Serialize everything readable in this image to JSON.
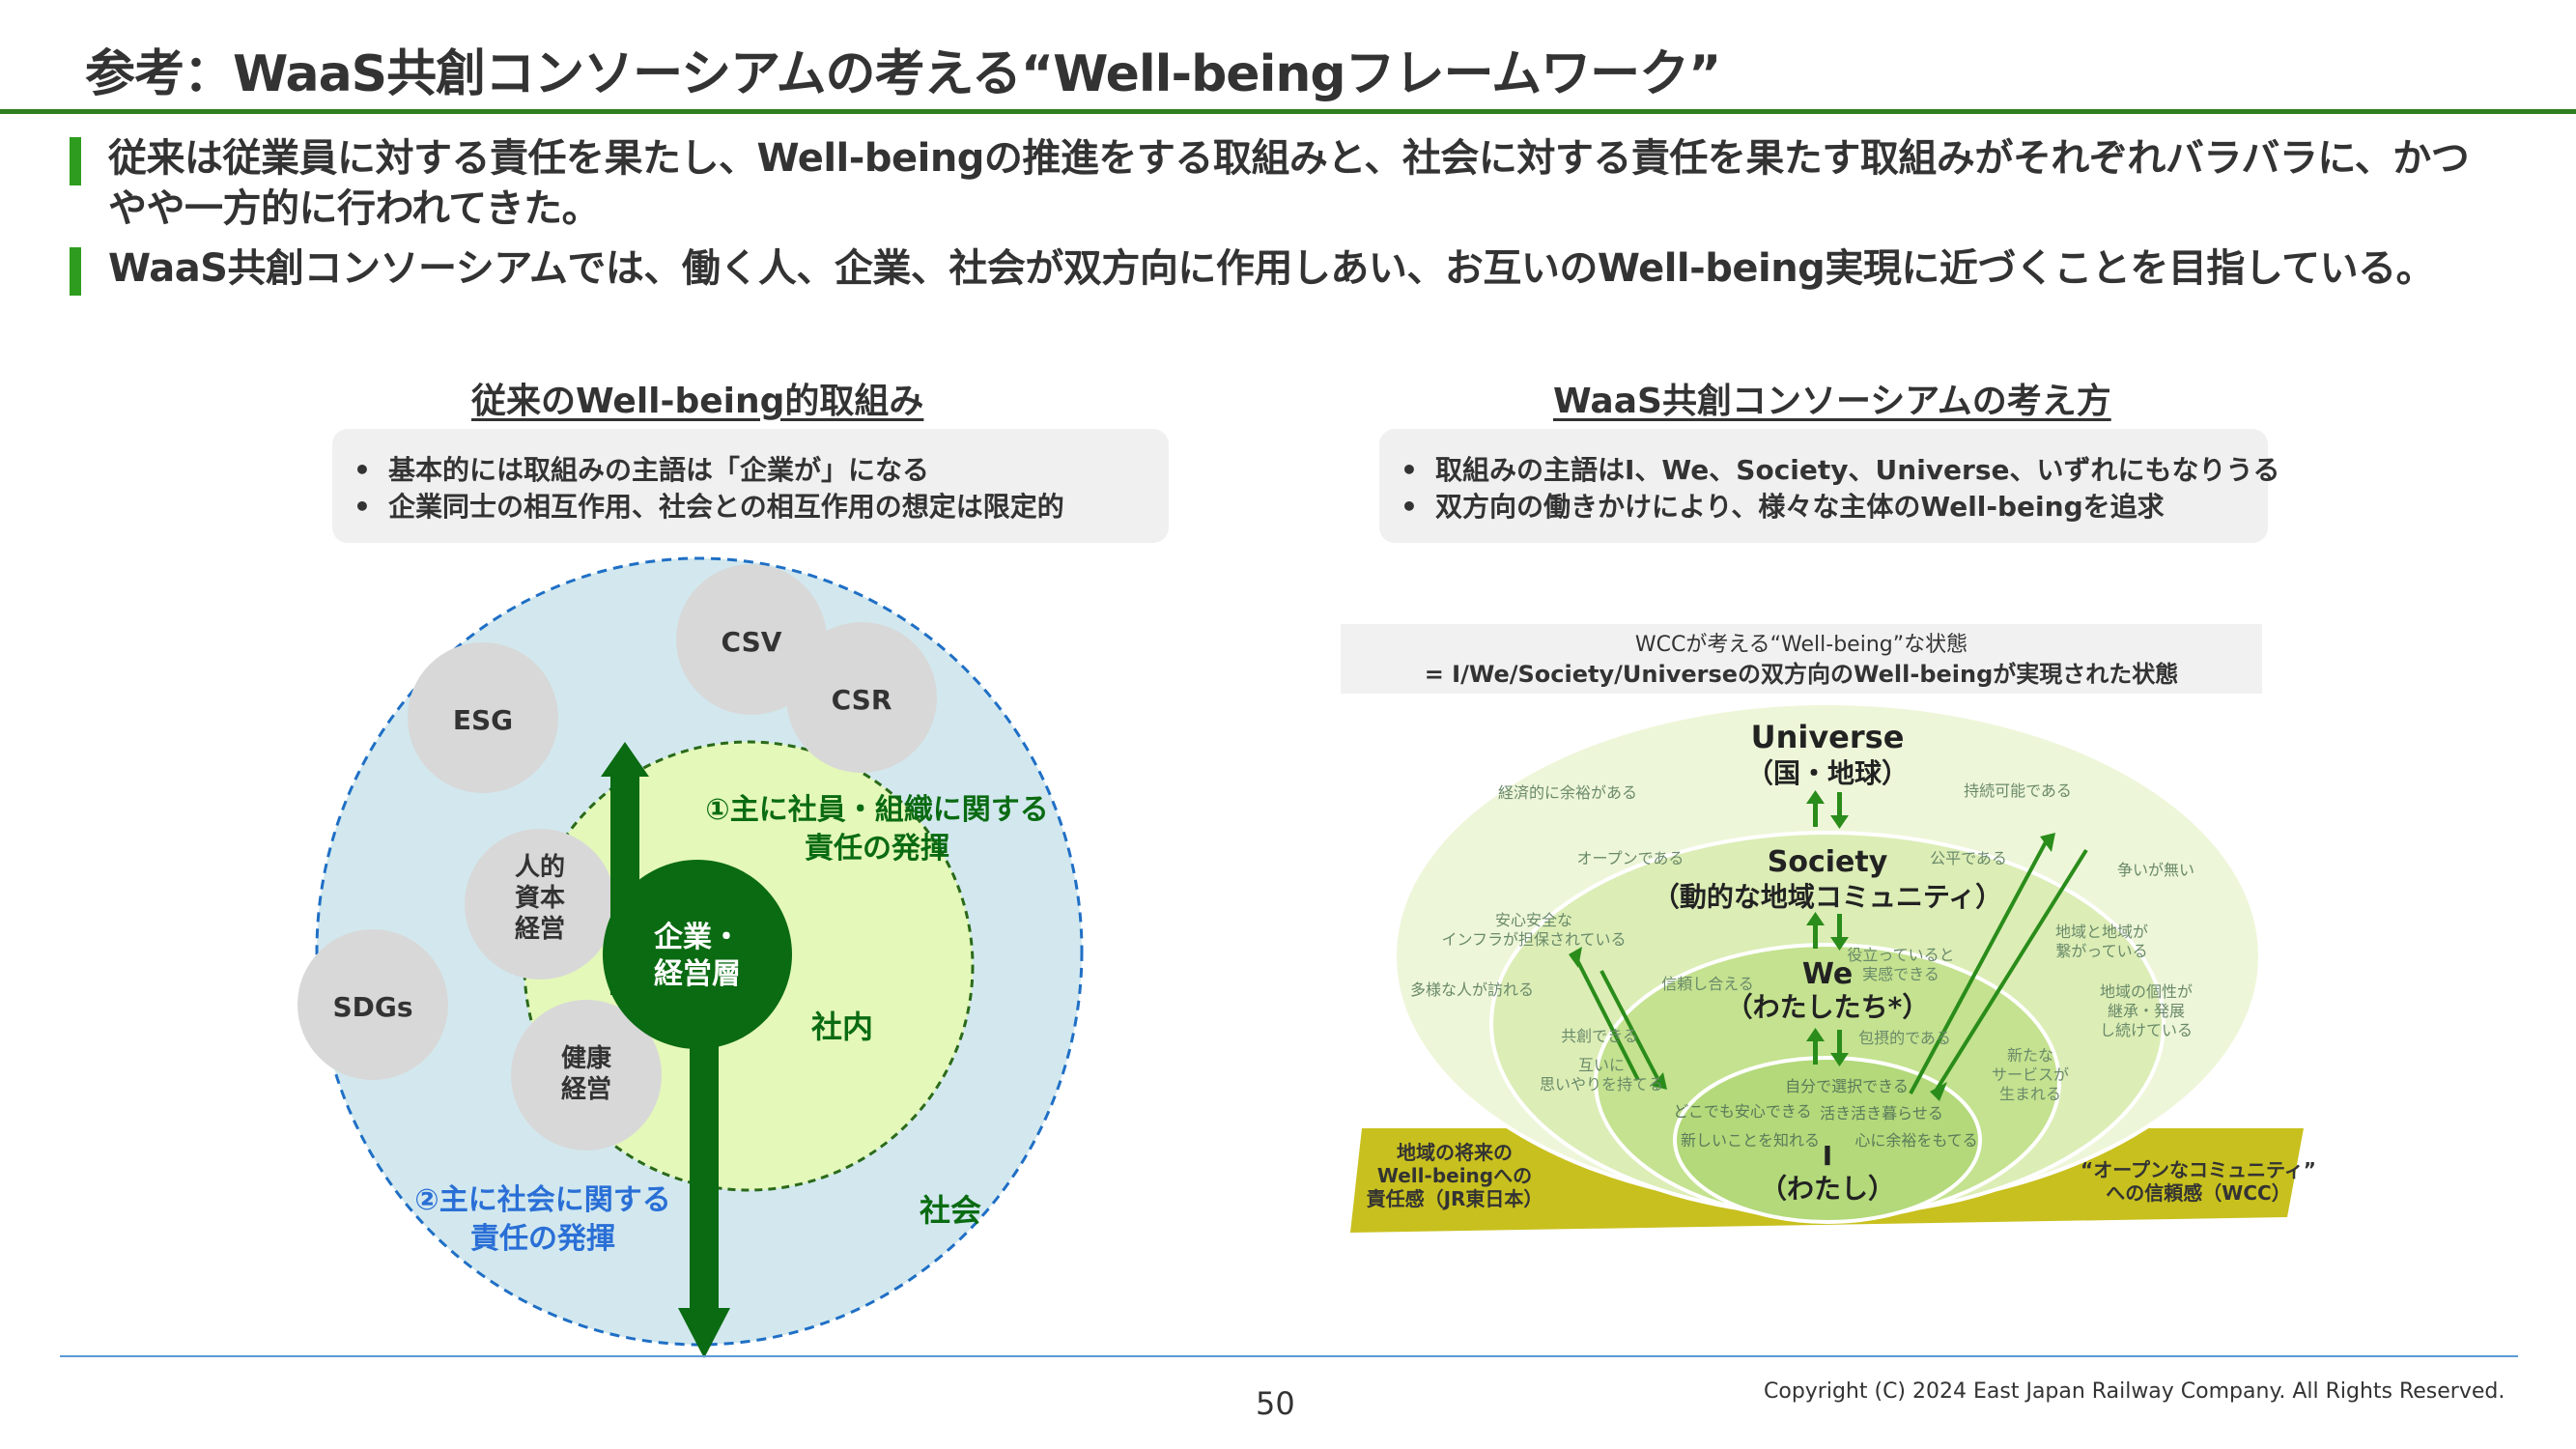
{
  "header": {
    "title": "参考：WaaS共創コンソーシアムの考える“Well-beingフレームワーク”"
  },
  "bullets": [
    {
      "line1": "従来は従業員に対する責任を果たし、Well-beingの推進をする取組みと、社会に対する責任を果たす取組みがそれぞれバラバラに、かつ",
      "line2": "やや一方的に行われてきた。"
    },
    {
      "line1": "WaaS共創コンソーシアムでは、働く人、企業、社会が双方向に作用しあい、お互いのWell-being実現に近づくことを目指している。"
    }
  ],
  "left": {
    "title": "従来のWell-being的取組み",
    "notes": [
      "基本的には取組みの主語は「企業が」になる",
      "企業同士の相互作用、社会との相互作用の想定は限定的"
    ],
    "diagram": {
      "circles": [
        "CSV",
        "CSR",
        "ESG",
        "SDGs"
      ],
      "hr_line1": "人的",
      "hr_line2": "資本",
      "hr_line3": "経営",
      "health_line1": "健康",
      "health_line2": "経営",
      "center_line1": "企業・",
      "center_line2": "経営層",
      "resp1_line1": "①主に社員・組織に関する",
      "resp1_line2": "責任の発揮",
      "resp2_line1": "②主に社会に関する",
      "resp2_line2": "責任の発揮",
      "inner_label": "社内",
      "outer_label": "社会"
    }
  },
  "right": {
    "title": "WaaS共創コンソーシアムの考え方",
    "notes": [
      "取組みの主語はI、We、Society、Universe、いずれにもなりうる",
      "双方向の働きかけにより、様々な主体のWell-beingを追求"
    ],
    "diagram": {
      "caption1": "WCCが考える“Well-being”な状態",
      "caption2": "= I/We/Society/Universeの双方向のWell-beingが実現された状態",
      "universe": "Universe",
      "universe_sub": "（国・地球）",
      "society": "Society",
      "society_sub": "（動的な地域コミュニティ）",
      "we": "We",
      "we_sub": "（わたしたち*）",
      "i": "I",
      "i_sub": "（わたし）",
      "u_texts": [
        "経済的に余裕がある",
        "持続可能である",
        "争いが無い"
      ],
      "s_texts": [
        "オープンである",
        "公平である",
        "安心安全な",
        "インフラが担保されている",
        "地域と地域が",
        "繋がっている",
        "多様な人が訪れる",
        "地域の個性が",
        "継承・発展",
        "し続けている"
      ],
      "w_texts": [
        "役立っていると",
        "実感できる",
        "信頼し合える",
        "共創できる",
        "包摂的である",
        "互いに",
        "思いやりを持てる",
        "新たな",
        "サービスが",
        "生まれる"
      ],
      "i_texts": [
        "自分で選択できる",
        "どこでも安心できる",
        "活き活き暮らせる",
        "新しいことを知れる",
        "心に余裕をもてる"
      ],
      "band_left1": "地域の将来の",
      "band_left2": "Well-beingへの",
      "band_left3": "責任感（JR東日本）",
      "band_right1": "“オープンなコミュニティ”",
      "band_right2": "への信頼感（WCC）"
    }
  },
  "footer": {
    "page": "50",
    "copyright": "Copyright (C) 2024  East Japan Railway Company. All Rights Reserved."
  },
  "colors": {
    "accent_green": "#2e7d1f",
    "dark_green": "#0a6b12",
    "blue_text": "#2a6fd6",
    "society_light": "#cfe4ec",
    "inner_light": "#e6f7b8",
    "band": "#c8c01e"
  }
}
